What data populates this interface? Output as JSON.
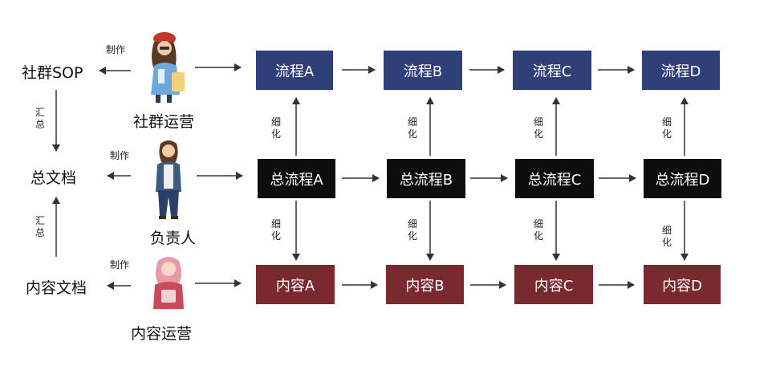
{
  "left_docs": {
    "community_sop": "社群SOP",
    "total_doc": "总文档",
    "content_doc": "内容文档",
    "make_label": "制作",
    "summarize_label": "汇总"
  },
  "roles": {
    "community_ops": "社群运营",
    "owner": "负责人",
    "content_ops": "内容运营"
  },
  "refine_label": "细化",
  "process_row": [
    "流程A",
    "流程B",
    "流程C",
    "流程D"
  ],
  "total_process_row": [
    "总流程A",
    "总流程B",
    "总流程C",
    "总流程D"
  ],
  "content_row": [
    "内容A",
    "内容B",
    "内容C",
    "内容D"
  ],
  "colors": {
    "process": "#2f3f78",
    "total_process": "#0d0d0d",
    "content": "#7a2a2f",
    "arrow": "#333333"
  }
}
